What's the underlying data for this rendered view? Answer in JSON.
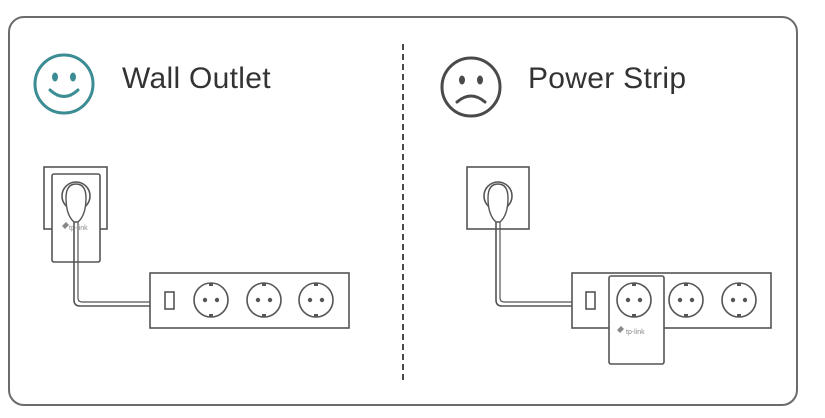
{
  "panels": {
    "good": {
      "title": "Wall Outlet",
      "mood_icon": "smiley-face-icon",
      "mood_color": "#3c8d93"
    },
    "bad": {
      "title": "Power Strip",
      "mood_icon": "sad-face-icon",
      "mood_color": "#4a4a4a"
    }
  },
  "device": {
    "brand": "tp-link"
  },
  "colors": {
    "border": "#6b6b6b",
    "line": "#555555",
    "accent": "#3c8d93"
  }
}
